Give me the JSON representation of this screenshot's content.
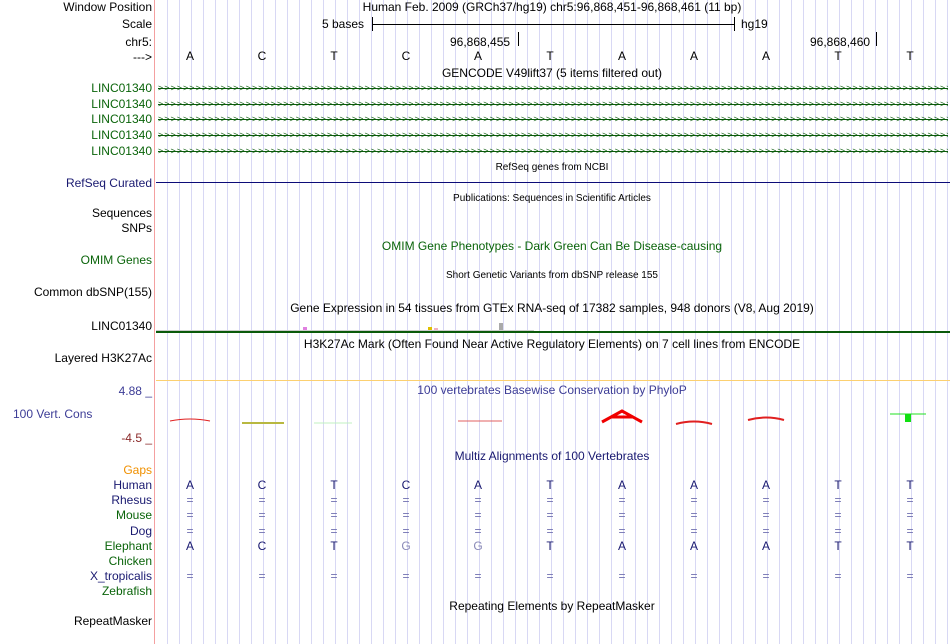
{
  "labels": {
    "window_position": "Window Position",
    "scale": "Scale",
    "chr": "chr5:",
    "strand": "--->",
    "genes": [
      "LINC01340",
      "LINC01340",
      "LINC01340",
      "LINC01340",
      "LINC01340"
    ],
    "refseq": "RefSeq Curated",
    "sequences": "Sequences",
    "snps": "SNPs",
    "omim": "OMIM Genes",
    "dbsnp": "Common dbSNP(155)",
    "gtex": "LINC01340",
    "h3k27ac": "Layered H3K27Ac",
    "phylop_max": "4.88 _",
    "vert_cons": "100 Vert. Cons",
    "phylop_min": "-4.5 _",
    "gaps": "Gaps",
    "repeatmasker": "RepeatMasker"
  },
  "header": {
    "assembly": "Human Feb. 2009 (GRCh37/hg19)   chr5:96,868,451-96,868,461 (11 bp)",
    "scale_label": "5 bases",
    "scale_db": "hg19",
    "pos1": "96,868,455",
    "pos2": "96,868,460"
  },
  "bases": [
    "A",
    "C",
    "T",
    "C",
    "A",
    "T",
    "A",
    "A",
    "A",
    "T",
    "T"
  ],
  "titles": {
    "gencode": "GENCODE V49lift37 (5 items filtered out)",
    "refseq": "RefSeq genes from NCBI",
    "pubs": "Publications: Sequences in Scientific Articles",
    "omim": "OMIM Gene Phenotypes - Dark Green Can Be Disease-causing",
    "dbsnp": "Short Genetic Variants from dbSNP release 155",
    "gtex": "Gene Expression in 54 tissues from GTEx RNA-seq of 17382 samples, 948 donors (V8, Aug 2019)",
    "h3k27ac": "H3K27Ac Mark (Often Found Near Active Regulatory Elements) on 7 cell lines from ENCODE",
    "phylop": "100 vertebrates Basewise Conservation by PhyloP",
    "multiz": "Multiz Alignments of 100 Vertebrates",
    "rmsk": "Repeating Elements by RepeatMasker"
  },
  "species": [
    {
      "name": "Human",
      "color": "#191970",
      "seq": [
        "A",
        "C",
        "T",
        "C",
        "A",
        "T",
        "A",
        "A",
        "A",
        "T",
        "T"
      ]
    },
    {
      "name": "Rhesus",
      "color": "#191970",
      "seq": [
        "=",
        "=",
        "=",
        "=",
        "=",
        "=",
        "=",
        "=",
        "=",
        "=",
        "="
      ]
    },
    {
      "name": "Mouse",
      "color": "#0a640a",
      "seq": [
        "=",
        "=",
        "=",
        "=",
        "=",
        "=",
        "=",
        "=",
        "=",
        "=",
        "="
      ]
    },
    {
      "name": "Dog",
      "color": "#191970",
      "seq": [
        "=",
        "=",
        "=",
        "=",
        "=",
        "=",
        "=",
        "=",
        "=",
        "=",
        "="
      ]
    },
    {
      "name": "Elephant",
      "color": "#0a640a",
      "seq": [
        "A",
        "C",
        "T",
        "G",
        "G",
        "T",
        "A",
        "A",
        "A",
        "T",
        "T"
      ]
    },
    {
      "name": "Chicken",
      "color": "#0a640a",
      "seq": []
    },
    {
      "name": "X_tropicalis",
      "color": "#191970",
      "seq": [
        "=",
        "=",
        "=",
        "=",
        "=",
        "=",
        "=",
        "=",
        "=",
        "=",
        "="
      ]
    },
    {
      "name": "Zebrafish",
      "color": "#0a640a",
      "seq": []
    }
  ]
}
